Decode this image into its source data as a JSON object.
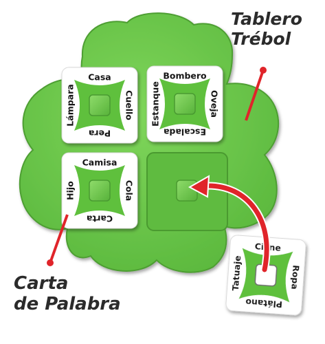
{
  "labels": {
    "board_title": [
      "Tablero",
      "Trébol"
    ],
    "card_title": [
      "Carta",
      "de Palabra"
    ]
  },
  "cards": [
    {
      "top": "Casa",
      "right": "Cuello",
      "bottom": "Pera",
      "left": "Lámpara"
    },
    {
      "top": "Bombero",
      "right": "Oveja",
      "bottom": "Escalada",
      "left": "Estanque"
    },
    {
      "top": "Camisa",
      "right": "Cola",
      "bottom": "Carta",
      "left": "Hijo"
    },
    {
      "top": "Cisne",
      "right": "Ropa",
      "bottom": "Plátano",
      "left": "Tatuaje"
    }
  ],
  "colors": {
    "clover_fill": "#6cc84a",
    "clover_edge": "#4e9e33",
    "card_green": "#5ec03d",
    "slot_dark": "#4fae36",
    "pointer_red": "#e0242a",
    "page_bg": "#ffffff"
  }
}
